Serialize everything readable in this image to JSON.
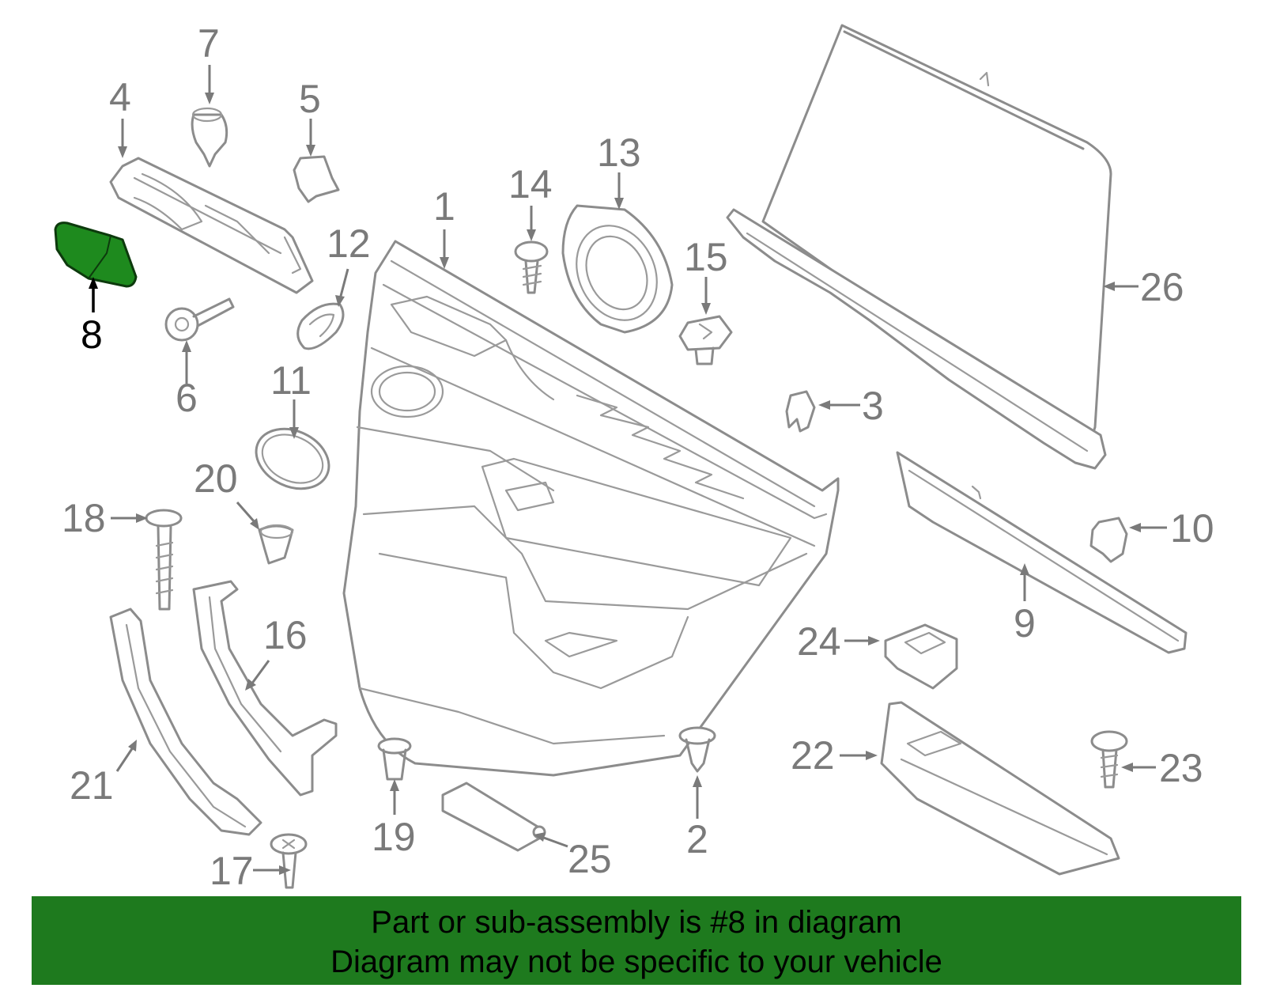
{
  "highlighted_part": "8",
  "colors": {
    "highlight_fill": "#1e8a1e",
    "banner_background": "#1e7a1e",
    "line_art": "#8c8c8c",
    "callout_text": "#7a7a7a",
    "highlight_text": "#000000"
  },
  "callouts": {
    "c1": "1",
    "c2": "2",
    "c3": "3",
    "c4": "4",
    "c5": "5",
    "c6": "6",
    "c7": "7",
    "c8": "8",
    "c9": "9",
    "c10": "10",
    "c11": "11",
    "c12": "12",
    "c13": "13",
    "c14": "14",
    "c15": "15",
    "c16": "16",
    "c17": "17",
    "c18": "18",
    "c19": "19",
    "c20": "20",
    "c21": "21",
    "c22": "22",
    "c23": "23",
    "c24": "24",
    "c25": "25",
    "c26": "26"
  },
  "banner": {
    "line1": "Part or sub-assembly is #8 in diagram",
    "line2": "Diagram may not be specific to your vehicle"
  }
}
